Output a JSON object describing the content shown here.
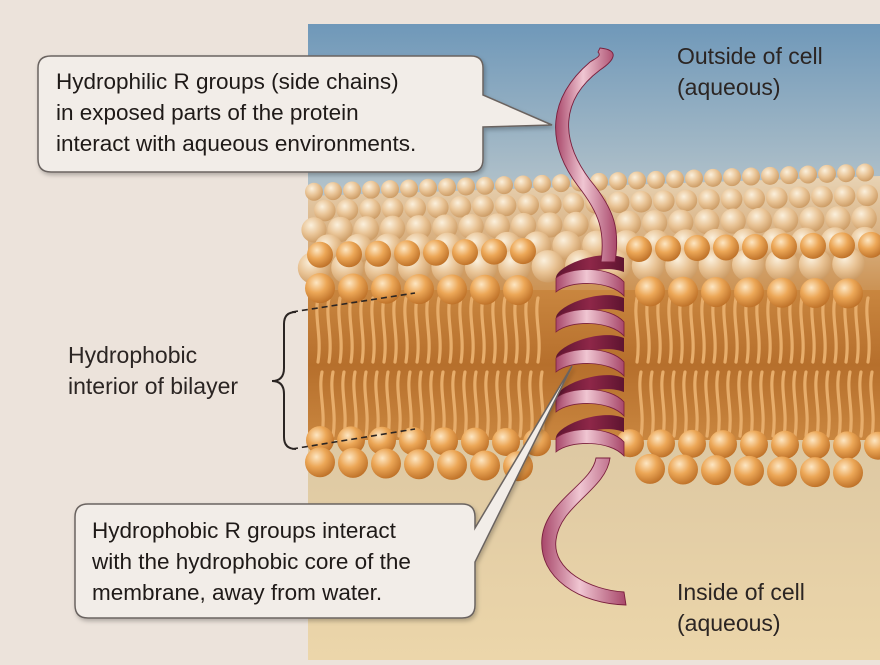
{
  "labels": {
    "outside": [
      "Outside of cell",
      "(aqueous)"
    ],
    "inside": [
      "Inside of cell",
      "(aqueous)"
    ],
    "interior": [
      "Hydrophobic",
      "interior of bilayer"
    ]
  },
  "callouts": {
    "hydrophilic": [
      "Hydrophilic R groups (side chains)",
      "in exposed parts of the protein",
      "interact with aqueous environments."
    ],
    "hydrophobic": [
      "Hydrophobic R groups interact",
      "with the hydrophobic core of the",
      "membrane, away from water."
    ]
  },
  "colors": {
    "page": "#ece3db",
    "aqueous_outside": "#7a9fbd",
    "aqueous_inside": "#e3c99b",
    "phospholipid_head": "#e29a45",
    "lipid_tail": "#d29a58",
    "protein": "#8e2748",
    "callout_bg": "#f2ede8"
  },
  "icons": {
    "membrane": "phospholipid-bilayer",
    "protein": "alpha-helix-protein",
    "bracket": "curly-bracket"
  }
}
